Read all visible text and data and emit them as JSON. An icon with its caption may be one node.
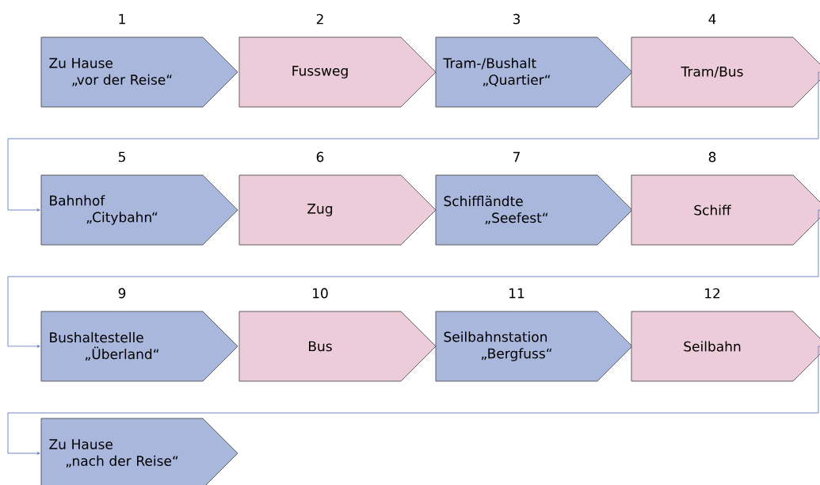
{
  "diagram": {
    "nodes": [
      {
        "text": [
          "Zu Hause „vor der Reise“"
        ],
        "beside": [
          "1"
        ]
      },
      {
        "text": [
          "Fussweg"
        ],
        "beside": [
          "2"
        ]
      },
      {
        "text": [
          "Tram-/Bushalt „Quartier“"
        ],
        "beside": [
          "3"
        ]
      },
      {
        "text": [
          "Tram/Bus"
        ],
        "beside": [
          "4"
        ]
      },
      {
        "text": [
          "Bahnhof „Citybahn“"
        ],
        "beside": [
          "5"
        ]
      },
      {
        "text": [
          "Zug"
        ],
        "beside": [
          "6"
        ]
      },
      {
        "text": [
          "Schiffländte „Seefest“"
        ],
        "beside": [
          "7"
        ]
      },
      {
        "text": [
          "Schiff"
        ],
        "beside": [
          "8"
        ]
      },
      {
        "text": [
          "Bushaltestelle „Überland“"
        ],
        "beside": [
          "9"
        ]
      },
      {
        "text": [
          "Bus"
        ],
        "beside": [
          "10"
        ]
      },
      {
        "text": [
          "Seilbahnstation „Bergfuss“"
        ],
        "beside": [
          "11"
        ]
      },
      {
        "text": [
          "Seilbahn"
        ],
        "beside": [
          "12"
        ]
      },
      {
        "text": [
          "Zu Hause „nach der Reise“"
        ]
      }
    ],
    "edges": [
      {
        "from": 3,
        "to": 4,
        "arrow": "to"
      },
      {
        "from": 7,
        "to": 8,
        "arrow": "to"
      },
      {
        "from": 11,
        "to": 12,
        "arrow": "to"
      }
    ]
  }
}
